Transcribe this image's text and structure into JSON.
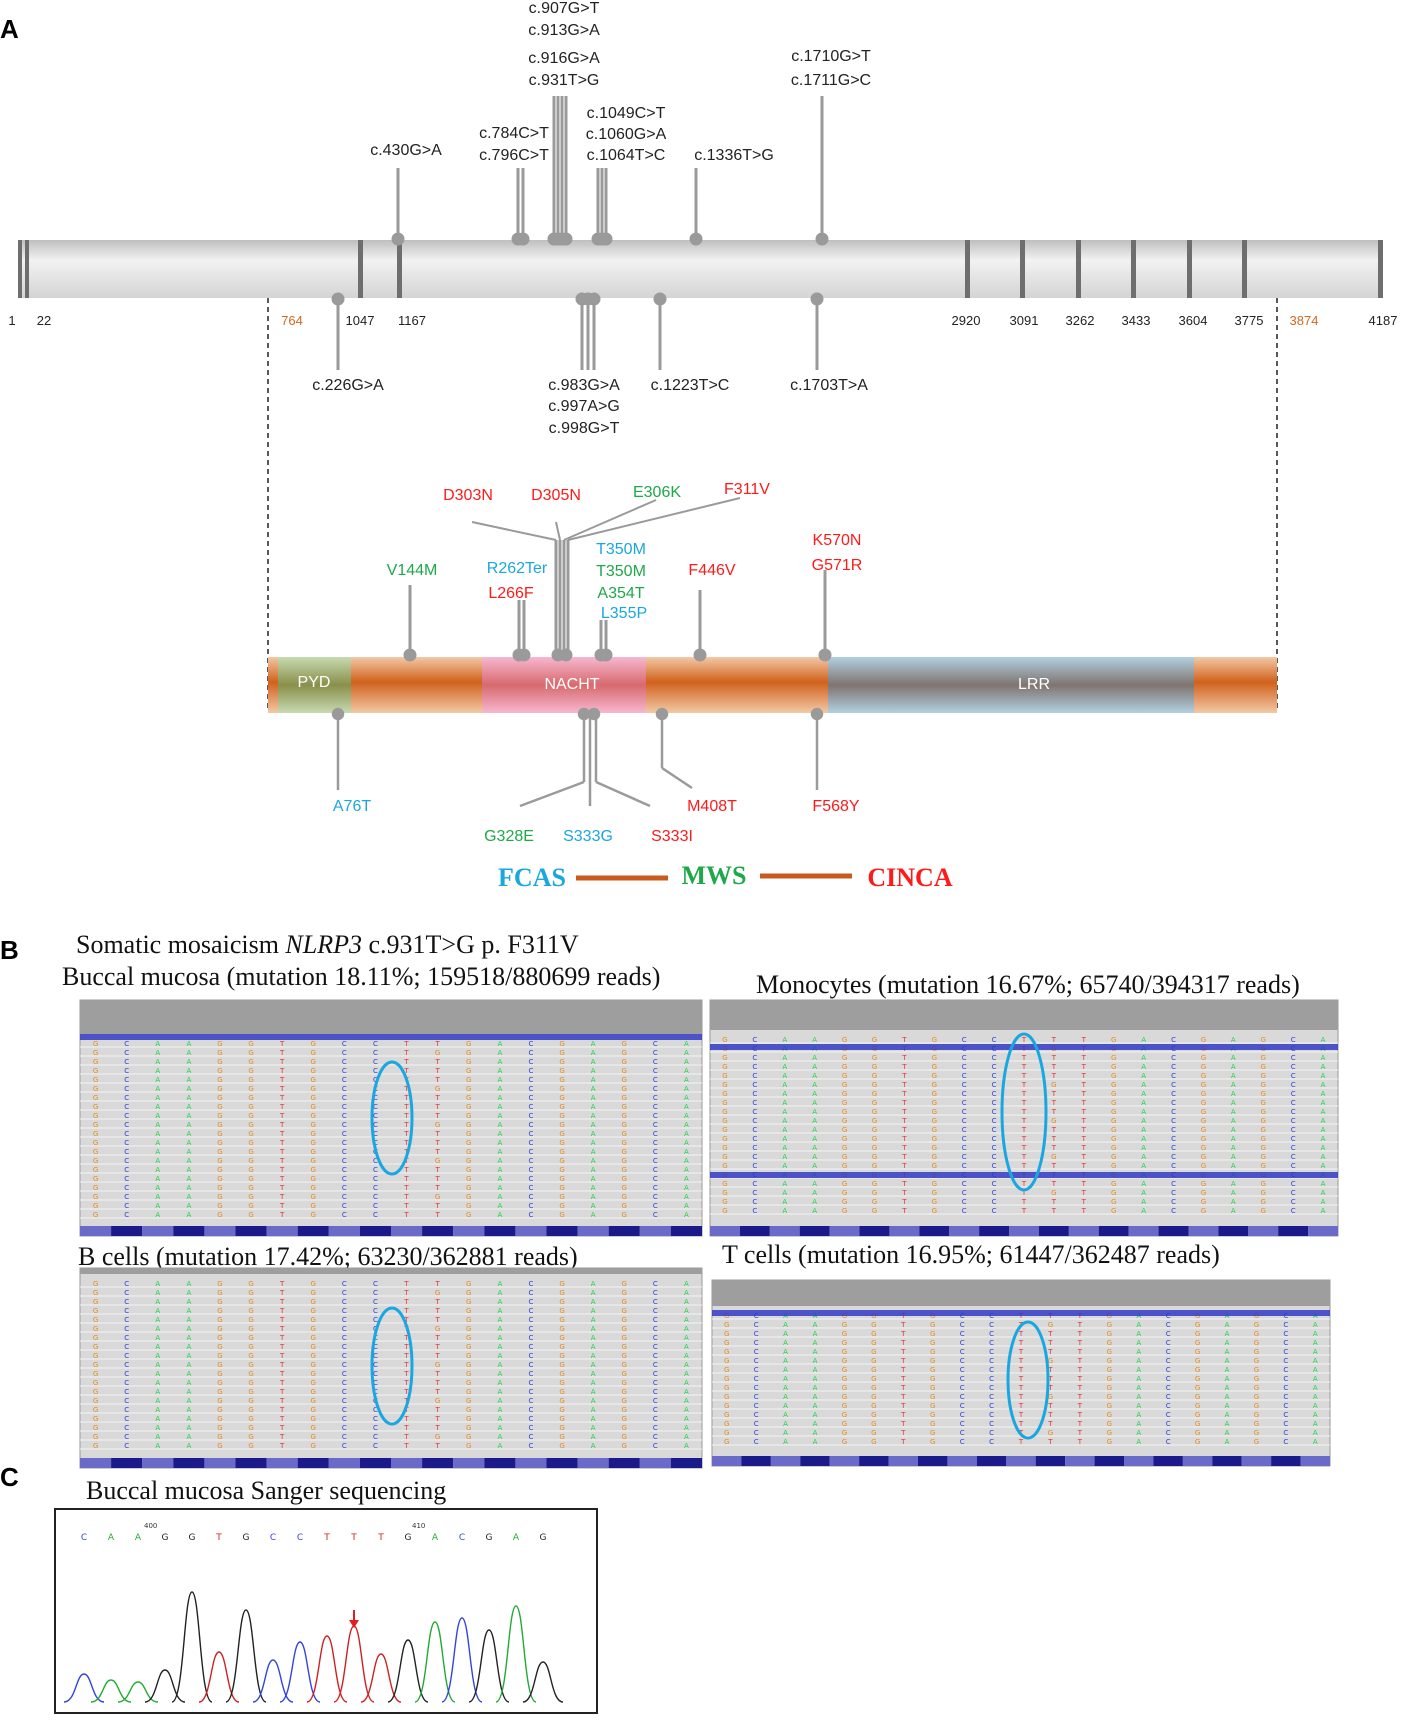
{
  "panels": {
    "a": "A",
    "b": "B",
    "c": "C"
  },
  "gene": {
    "ruler": [
      {
        "text": "1"
      },
      {
        "text": "22"
      },
      {
        "text": "764",
        "highlight": true
      },
      {
        "text": "1047"
      },
      {
        "text": "1167"
      },
      {
        "text": "2920"
      },
      {
        "text": "3091"
      },
      {
        "text": "3262"
      },
      {
        "text": "3433"
      },
      {
        "text": "3604"
      },
      {
        "text": "3775"
      },
      {
        "text": "3874",
        "highlight": true
      },
      {
        "text": "4187"
      }
    ],
    "above": {
      "g1": "c.430G>A",
      "g2a": "c.784C>T",
      "g2b": "c.796C>T",
      "g3a": "c.907G>T",
      "g3b": "c.913G>A",
      "g3c": "c.916G>A",
      "g3d": "c.931T>G",
      "g4a": "c.1049C>T",
      "g4b": "c.1060G>A",
      "g4c": "c.1064T>C",
      "g5": "c.1336T>G",
      "g6a": "c.1710G>T",
      "g6b": "c.1711G>C"
    },
    "below": {
      "b1": "c.226G>A",
      "b2a": "c.983G>A",
      "b2b": "c.997A>G",
      "b2c": "c.998G>T",
      "b3": "c.1223T>C",
      "b4": "c.1703T>A"
    }
  },
  "protein": {
    "domains": {
      "pyd": "PYD",
      "nacht": "NACHT",
      "lrr": "LRR"
    },
    "above": {
      "d303n": "D303N",
      "d305n": "D305N",
      "e306k": "E306K",
      "f311v": "F311V",
      "v144m": "V144M",
      "r262ter": "R262Ter",
      "l266f": "L266F",
      "t350m_a": "T350M",
      "t350m_b": "T350M",
      "a354t": "A354T",
      "l355p": "L355P",
      "f446v": "F446V",
      "k570n": "K570N",
      "g571r": "G571R"
    },
    "below": {
      "a76t": "A76T",
      "g328e": "G328E",
      "s333g": "S333G",
      "s333i": "S333I",
      "m408t": "M408T",
      "f568y": "F568Y"
    }
  },
  "legend": {
    "fcas": "FCAS",
    "mws": "MWS",
    "cinca": "CINCA"
  },
  "colors": {
    "fcas": "#1aa7e0",
    "mws": "#1fa84a",
    "cinca": "#ff1a1a",
    "connector": "#c85a1e",
    "gene_bar": "#d9d9d9",
    "protein_bar": "#e07a2e"
  },
  "panelB": {
    "title_prefix": "Somatic mosaicism ",
    "title_gene": "NLRP3",
    "title_suffix": " c.931T>G  p. F311V",
    "samples": {
      "buccal": "Buccal mucosa (mutation 18.11%; 159518/880699 reads)",
      "mono": "Monocytes (mutation 16.67%; 65740/394317 reads)",
      "bcells": "B cells (mutation 17.42%; 63230/362881 reads)",
      "tcells": "T cells (mutation 16.95%; 61447/362487 reads)"
    }
  },
  "panelC": {
    "title": "Buccal mucosa Sanger sequencing",
    "bases": [
      "C",
      "A",
      "A",
      "G",
      "G",
      "T",
      "G",
      "C",
      "C",
      "T",
      "T",
      "T",
      "G",
      "A",
      "C",
      "G",
      "A",
      "G"
    ],
    "positions": [
      "400",
      "410"
    ]
  }
}
